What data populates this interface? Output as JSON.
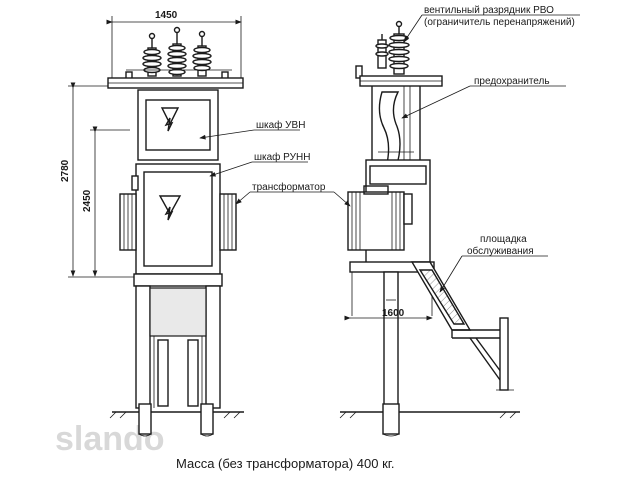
{
  "dimensions": {
    "width_top": "1450",
    "height_total": "2780",
    "height_inner": "2450",
    "base_width": "1600"
  },
  "labels": {
    "arrester": "вентильный разрядник РВО",
    "arrester_sub": "(ограничитель перенапряжений)",
    "fuse": "предохранитель",
    "cabinet_hv": "шкаф УВН",
    "cabinet_lv": "шкаф РУНН",
    "transformer": "трансформатор",
    "platform_1": "площадка",
    "platform_2": "обслуживания"
  },
  "caption": "Масса (без трансформатора) 400 кг.",
  "watermark": "slando"
}
